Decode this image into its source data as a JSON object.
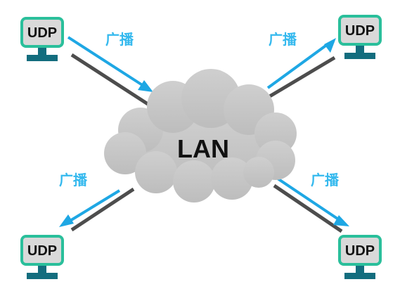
{
  "network": {
    "label": "LAN"
  },
  "hosts": [
    {
      "label": "UDP"
    },
    {
      "label": "UDP"
    },
    {
      "label": "UDP"
    },
    {
      "label": "UDP"
    }
  ],
  "broadcasts": [
    {
      "label": "广播"
    },
    {
      "label": "广播"
    },
    {
      "label": "广播"
    },
    {
      "label": "广播"
    }
  ],
  "colors": {
    "host_frame": "#2abf9b",
    "host_screen": "#d9d9d9",
    "host_stand": "#136d7e",
    "cloud": "#c7c7c7",
    "link": "#4d4d4d",
    "arrow": "#1ea7e4",
    "broadcast_text": "#35b9ee"
  }
}
